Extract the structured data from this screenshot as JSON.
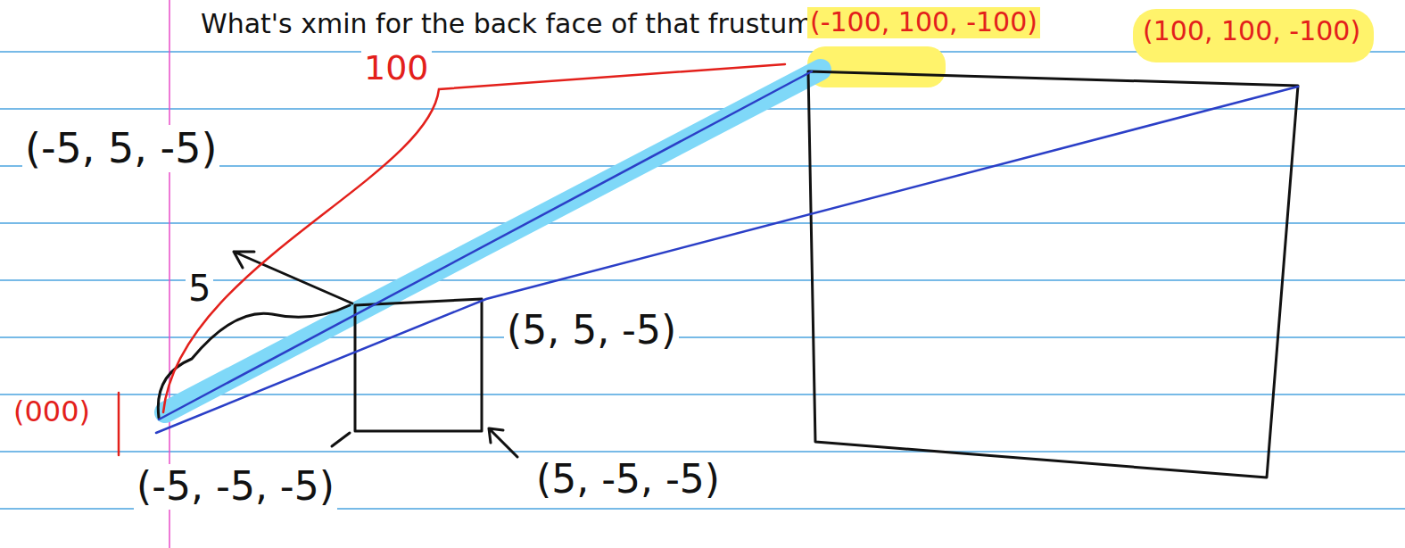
{
  "diagram": {
    "title": "What's xmin for the back face of that frustum?",
    "labels": [
      "(-5, 5, -5)",
      "5",
      "(5, 5, -5)",
      "(-5, -5, -5)",
      "(5, -5, -5)",
      "(000)",
      "100",
      "(-100, 100, -100)",
      "(100, 100, -100)"
    ]
  }
}
